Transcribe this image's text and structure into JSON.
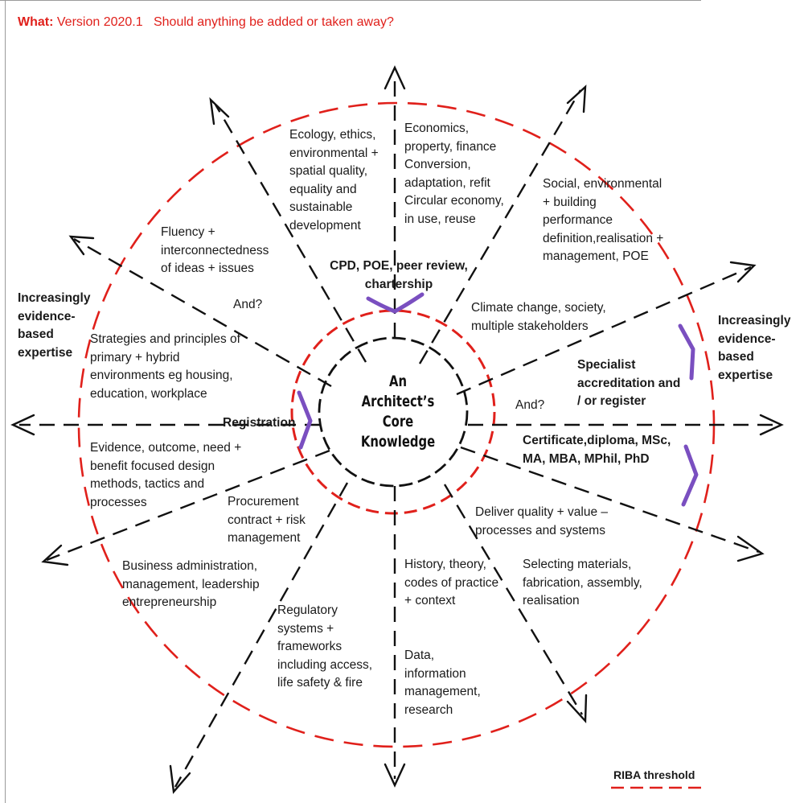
{
  "header": {
    "lead": "What:",
    "text": " Version 2020.1   Should anything be added or taken away?"
  },
  "colors": {
    "accent": "#e0201b",
    "ink": "#111111",
    "bracket": "#7a4fc0"
  },
  "core": {
    "line1": "An",
    "line2": "Architect’s",
    "line3": "Core",
    "line4": "Knowledge"
  },
  "labels": {
    "ecology": "Ecology, ethics, environmental + spatial quality, equality and sustainable development",
    "economics": "Economics, property, finance Conversion, adaptation, refit Circular economy, in use, reuse",
    "social": "Social, environmental + building performance definition,realisation + management, POE",
    "fluency": "Fluency + interconnectedness of ideas + issues",
    "cpd": "CPD, POE, peer review, chartership",
    "and_left": "And?",
    "climate": "Climate change, society, multiple stakeholders",
    "strategies": "Strategies and principles of primary + hybrid environments eg housing, education, workplace",
    "specialist": "Specialist accreditation and / or register",
    "and_right": "And?",
    "registration": "Registration",
    "certificate": "Certificate,diploma, MSc, MA, MBA, MPhil, PhD",
    "evidence_methods": "Evidence, outcome, need + benefit focused design methods, tactics and processes",
    "procurement": "Procurement contract + risk management",
    "deliver": "Deliver quality + value – processes and systems",
    "business": "Business administration, management, leadership entrepreneurship",
    "selecting": "Selecting materials, fabrication, assembly, realisation",
    "history": "History, theory, codes of practice + context",
    "regulatory": "Regulatory systems + frameworks including access, life safety & fire",
    "data": "Data, information management, research",
    "ev_left": "Increasingly evidence-based expertise",
    "ev_right": "Increasingly evidence-based expertise"
  },
  "legend": {
    "label": "RIBA threshold"
  }
}
